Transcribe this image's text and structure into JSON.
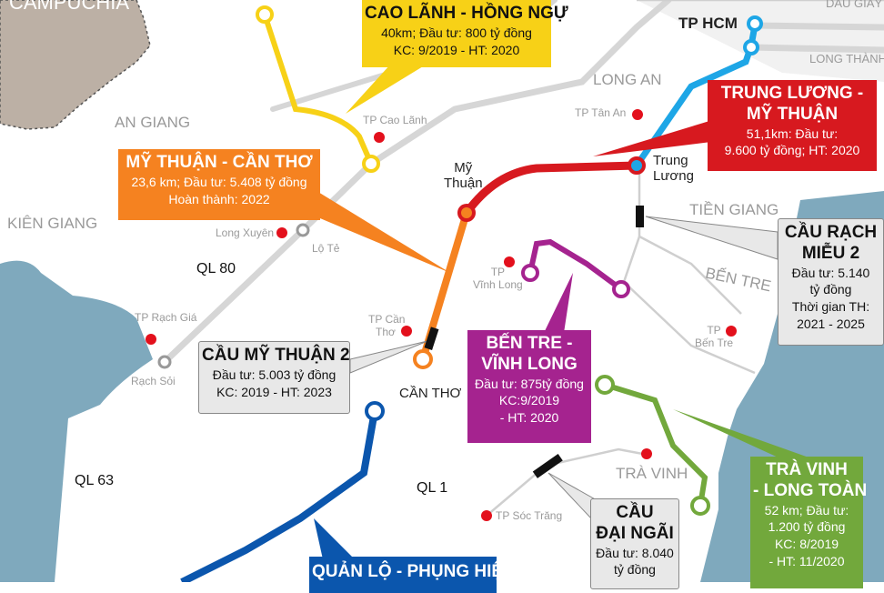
{
  "regions": {
    "cambodia": "CAMPUCHIA",
    "an_giang": "AN GIANG",
    "kien_giang": "KIÊN GIANG",
    "long_an": "LONG AN",
    "tien_giang": "TIỀN GIANG",
    "ben_tre": "BẾN TRE",
    "tra_vinh": "TRÀ VINH",
    "dau_giay": "DẦU GIÂY",
    "long_thanh": "LONG THÀNH"
  },
  "cities": {
    "cao_lanh": "TP Cao Lãnh",
    "tan_an": "TP Tân An",
    "long_xuyen": "Long Xuyên",
    "lo_te": "Lộ Tẻ",
    "rach_gia": "TP Rạch Giá",
    "rach_soi": "Rạch Sỏi",
    "can_tho_city_1": "TP Cần",
    "can_tho_city_2": "Thơ",
    "vinh_long_1": "TP",
    "vinh_long_2": "Vĩnh Long",
    "ben_tre_1": "TP",
    "ben_tre_2": "Bến Tre",
    "soc_trang": "TP Sóc Trăng"
  },
  "nodes": {
    "tp_hcm": "TP HCM",
    "my_thuan_1": "Mỹ",
    "my_thuan_2": "Thuận",
    "trung_luong_1": "Trung",
    "trung_luong_2": "Lương",
    "can_tho": "CẦN THƠ"
  },
  "roads": {
    "ql80": "QL 80",
    "ql63": "QL 63",
    "ql1": "QL 1"
  },
  "projects": [
    {
      "title": "CAO LÃNH - HỒNG NGỰ",
      "lines": [
        "40km; Đầu tư: 800 tỷ đồng",
        "KC: 9/2019  - HT: 2020"
      ],
      "color": "#f7d117"
    },
    {
      "title": "MỸ THUẬN - CẦN THƠ",
      "lines": [
        "23,6 km; Đầu tư: 5.408 tỷ đồng",
        "Hoàn thành: 2022"
      ],
      "color": "#f58220"
    },
    {
      "title_1": "TRUNG LƯƠNG -",
      "title_2": "MỸ THUẬN",
      "lines": [
        "51,1km: Đầu tư:",
        "9.600 tỷ đồng;  HT: 2020"
      ],
      "color": "#d7191f"
    },
    {
      "title_1": "CẦU RẠCH",
      "title_2": "MIỄU 2",
      "lines": [
        "Đầu tư: 5.140",
        "tỷ đồng",
        "Thời gian TH:",
        "2021 - 2025"
      ],
      "color": "#e8e8e8"
    },
    {
      "title": "CẦU MỸ THUẬN 2",
      "lines": [
        "Đầu tư: 5.003 tỷ đồng",
        "KC: 2019 - HT: 2023"
      ],
      "color": "#e8e8e8"
    },
    {
      "title_1": "BẾN TRE -",
      "title_2": "VĨNH LONG",
      "lines": [
        "Đầu tư: 875tỷ đồng",
        "KC:9/2019",
        "- HT: 2020"
      ],
      "color": "#a5238f"
    },
    {
      "title_1": "CẦU",
      "title_2": "ĐẠI NGÃI",
      "lines": [
        "Đầu tư: 8.040",
        "tỷ đồng"
      ],
      "color": "#e8e8e8"
    },
    {
      "title_1": "TRÀ VINH",
      "title_2": "- LONG TOÀN",
      "lines": [
        "52 km; Đầu tư:",
        "1.200 tỷ đồng",
        "KC: 8/2019",
        "- HT: 11/2020"
      ],
      "color": "#72a83c"
    },
    {
      "title": "QUẢN LỘ - PHỤNG HIỆP",
      "color": "#0b56ad"
    }
  ],
  "colors": {
    "water": "#7fa9bd",
    "cambodia": "#bcb0a5",
    "road": "#d6d6d6",
    "hcm_line": "#1ea6e6",
    "city_dot": "#e3101c"
  }
}
